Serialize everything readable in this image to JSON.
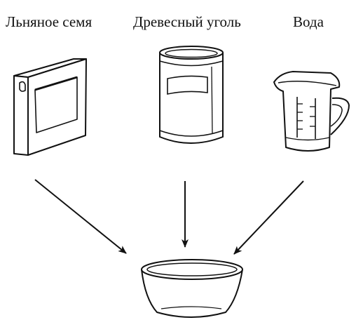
{
  "labels": {
    "flax_seed": "Льняное семя",
    "charcoal": "Древесный уголь",
    "water": "Вода"
  },
  "colors": {
    "ink": "#111111",
    "background": "#ffffff"
  }
}
